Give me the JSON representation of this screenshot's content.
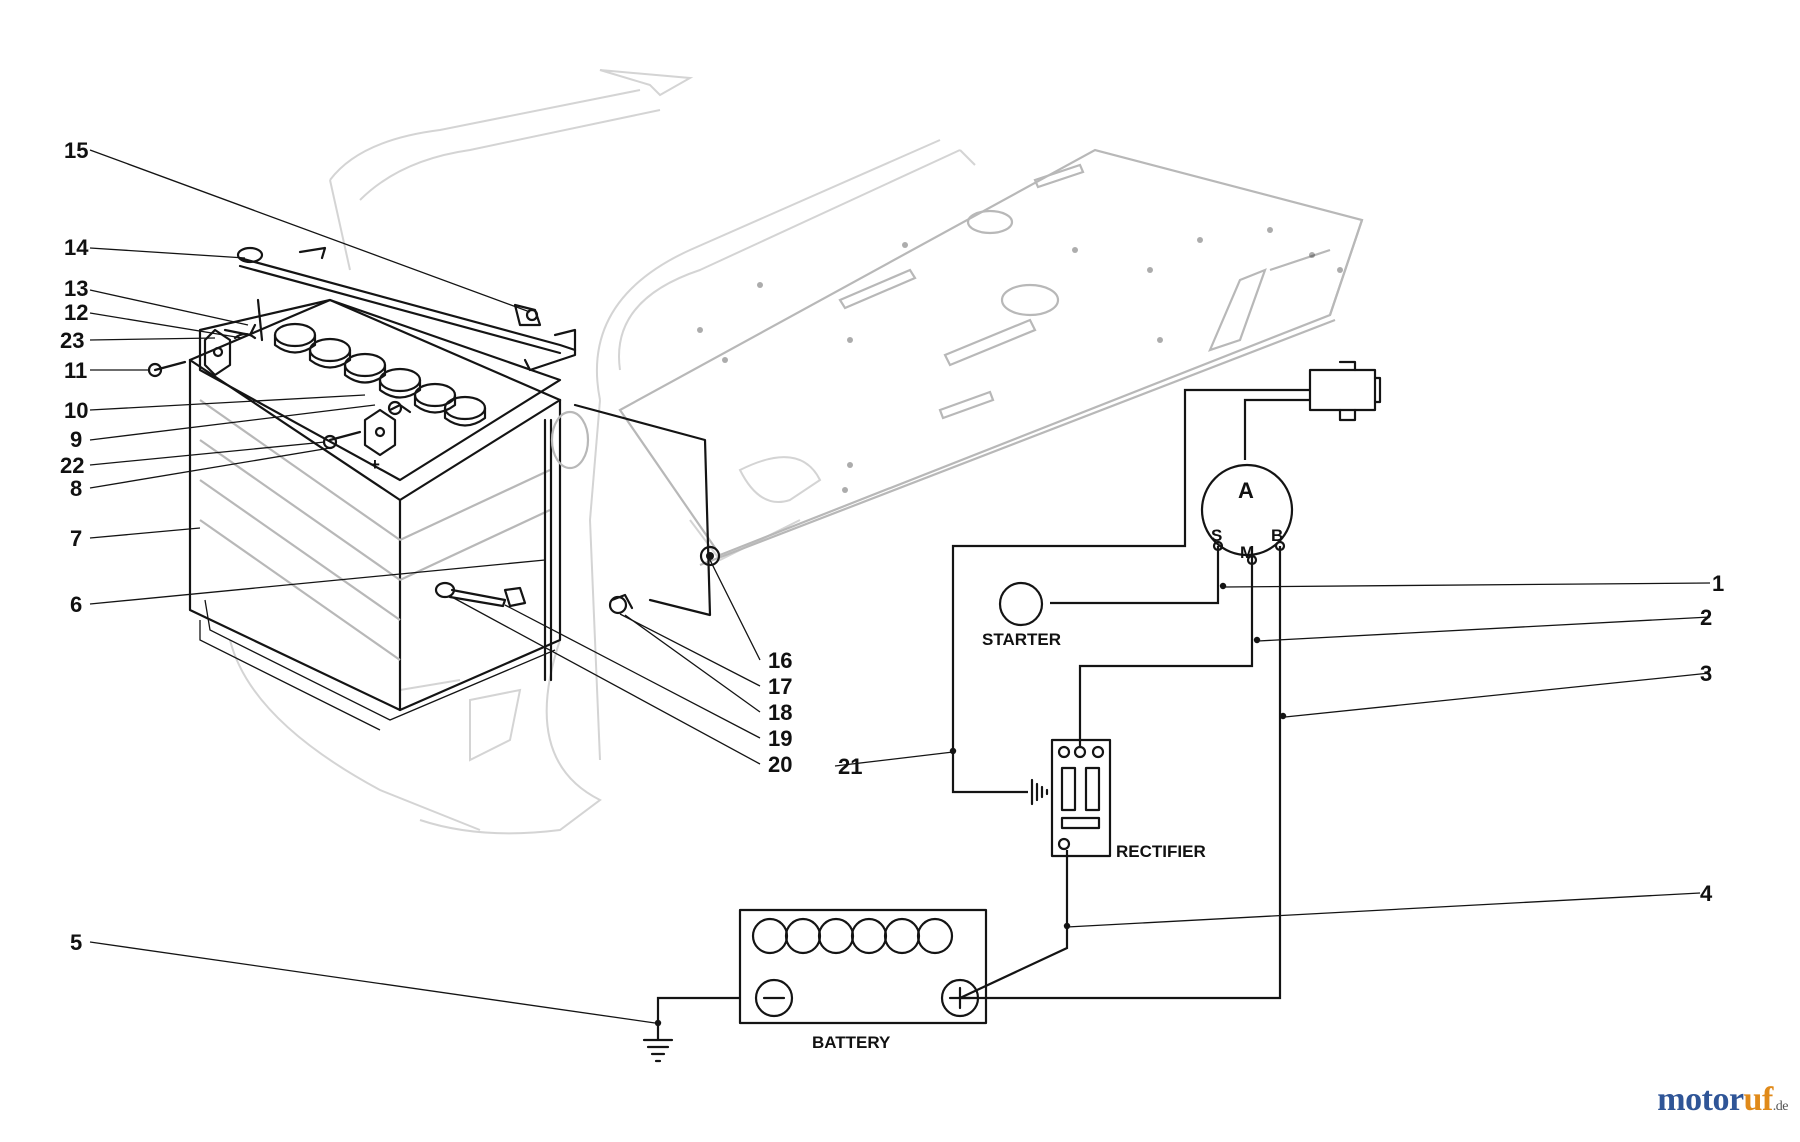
{
  "callouts": [
    "1",
    "2",
    "3",
    "4",
    "5",
    "6",
    "7",
    "8",
    "9",
    "10",
    "11",
    "12",
    "13",
    "14",
    "15",
    "16",
    "17",
    "18",
    "19",
    "20",
    "21",
    "22",
    "23"
  ],
  "labels": {
    "starter": "STARTER",
    "rectifier": "RECTIFIER",
    "battery": "BATTERY",
    "ammeter": "A",
    "terminal_s": "S",
    "terminal_m": "M",
    "terminal_b": "B",
    "battery_plus_mark": "+",
    "battery_minus_mark": "–"
  },
  "watermark": {
    "part1": "motor",
    "part2": "uf",
    "part3": ".de"
  },
  "colors": {
    "ink": "#141414",
    "ghost": "#d4d4d4",
    "watermark_blue": "#2f5597",
    "watermark_orange": "#e08a1a"
  }
}
